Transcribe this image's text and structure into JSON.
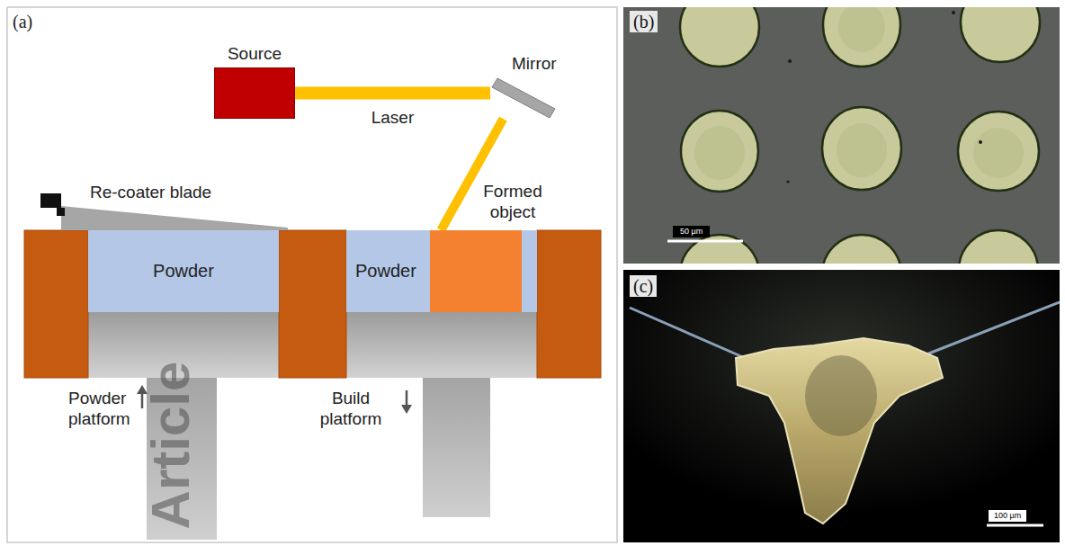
{
  "diagram": {
    "nodes": [
      {
        "text": [
          "Source"
        ]
      },
      {
        "text": [
          "Mirror"
        ]
      },
      {
        "text": [
          "Powder"
        ]
      },
      {
        "text": [
          "Powder"
        ]
      },
      {
        "text": [
          "Formed object"
        ],
        "in": 3
      }
    ],
    "edges": [
      {
        "from": 0,
        "to": 1,
        "label": "Laser",
        "arrow": "none"
      },
      {
        "from": 1,
        "to": 4,
        "arrow": "none"
      }
    ],
    "labels": [
      "(a)",
      "Re-coater blade",
      "Powder platform",
      "Build platform",
      "(b)",
      "50 µm",
      "(c)",
      "100 µm",
      "Article"
    ]
  }
}
